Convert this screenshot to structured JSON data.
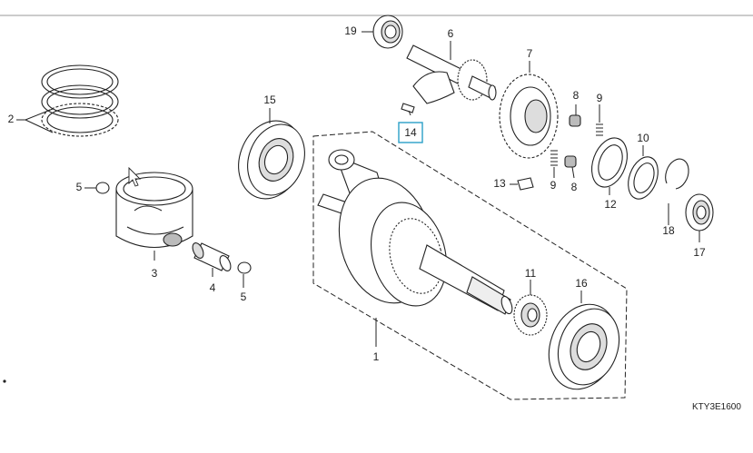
{
  "diagram": {
    "code": "KTY3E1600",
    "callouts": [
      "1",
      "2",
      "3",
      "4",
      "5",
      "5",
      "6",
      "7",
      "8",
      "8",
      "9",
      "9",
      "10",
      "11",
      "12",
      "13",
      "14",
      "15",
      "16",
      "17",
      "18",
      "19"
    ],
    "highlighted": "14"
  },
  "colors": {
    "ink": "#222222",
    "highlight_box": "#2aa0c8",
    "part_fill": "#ffffff",
    "part_shade": "#bdbdbd",
    "part_dark": "#555555"
  }
}
